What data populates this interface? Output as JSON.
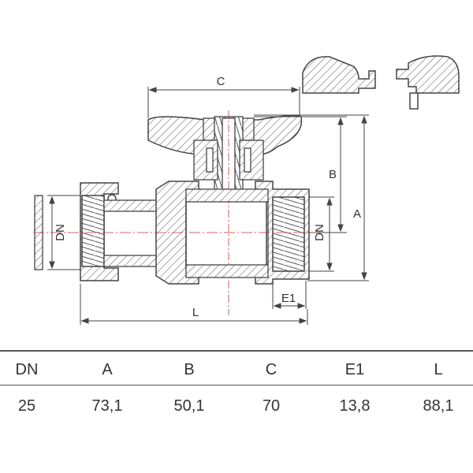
{
  "labels": {
    "C": "C",
    "B": "B",
    "A": "A",
    "DN_left": "DN",
    "DN_right": "DN",
    "E1": "E1",
    "L": "L"
  },
  "table": {
    "headers": [
      "DN",
      "A",
      "B",
      "C",
      "E1",
      "L"
    ],
    "values": [
      "25",
      "73,1",
      "50,1",
      "70",
      "13,8",
      "88,1"
    ]
  }
}
